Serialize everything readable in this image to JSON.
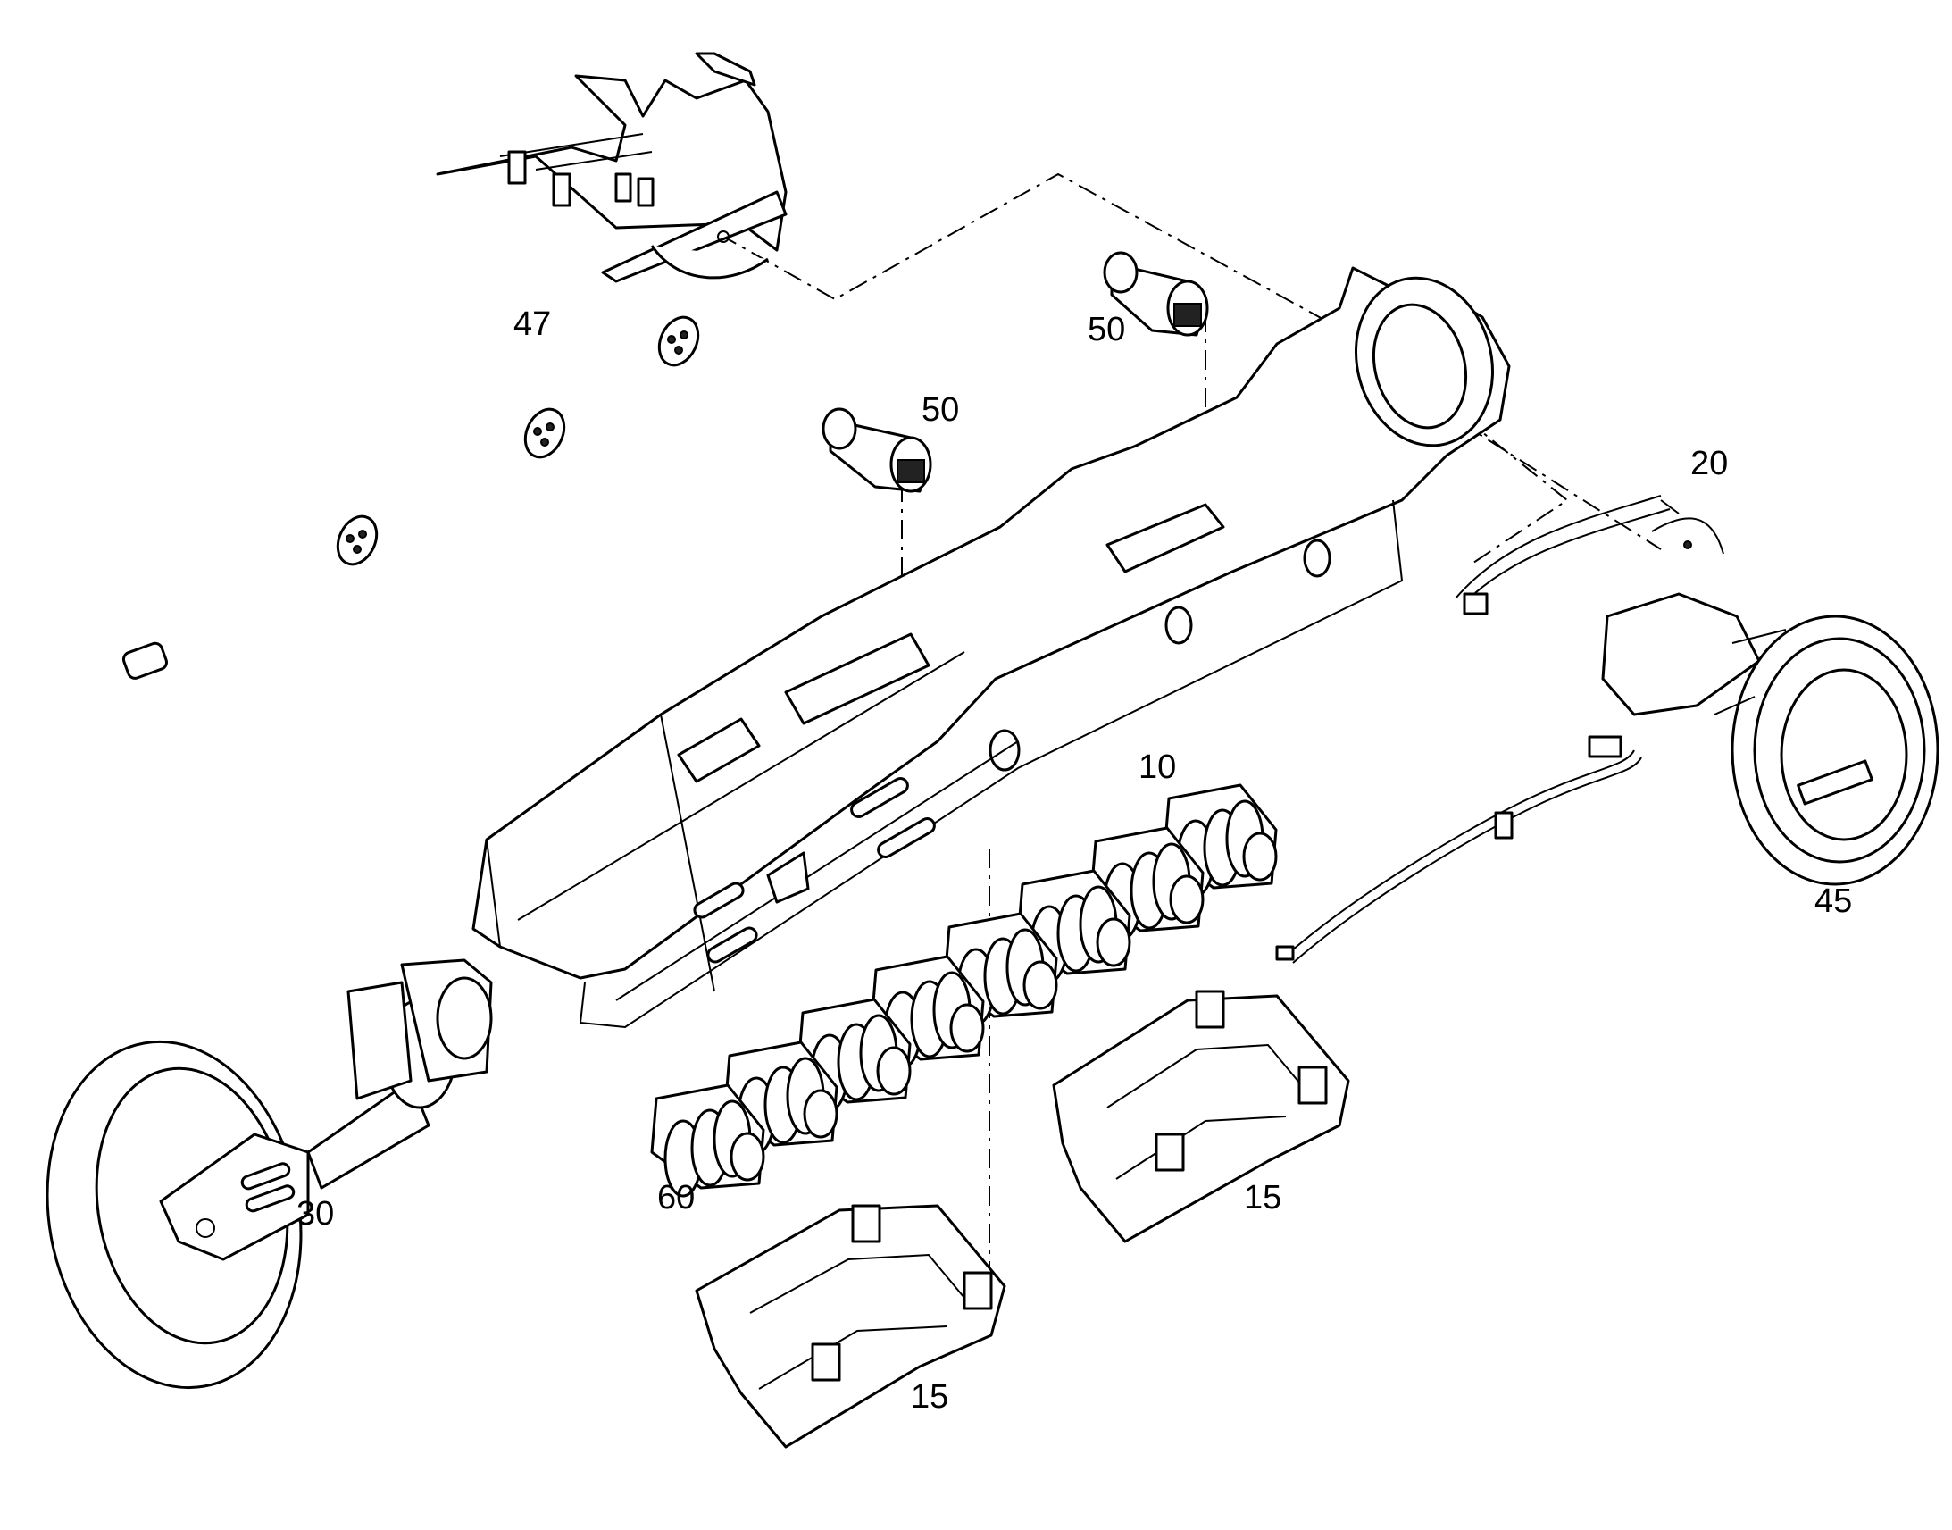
{
  "callouts": {
    "c47": "47",
    "c50a": "50",
    "c50b": "50",
    "c20": "20",
    "c10": "10",
    "c45": "45",
    "c30": "30",
    "c60": "60",
    "c15a": "15",
    "c15b": "15"
  }
}
